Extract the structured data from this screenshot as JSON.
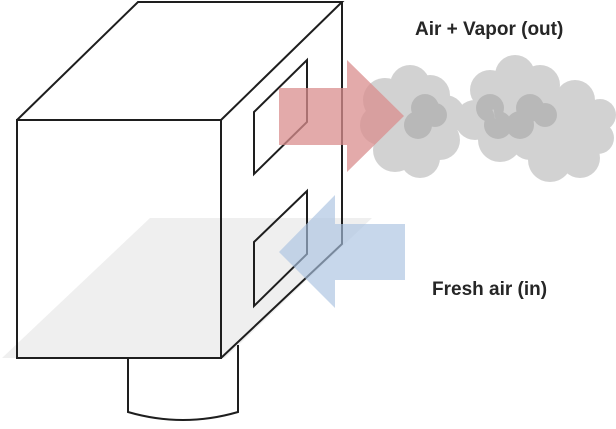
{
  "diagram": {
    "labels": {
      "outflow": "Air + Vapor (out)",
      "inflow": "Fresh air (in)"
    },
    "colors": {
      "outline": "#1e1e1e",
      "outflow_arrow": "#d98e8e",
      "inflow_arrow": "#a9c1e0",
      "vapor_cloud": "#c8c8c8",
      "vapor_cloud_dark": "#aaaaaa",
      "floor_plane": "#ececec",
      "label_text": "#262626"
    },
    "components": [
      "box-unit",
      "outlet-vent",
      "inlet-vent",
      "base-cylinder",
      "floor-plane",
      "outflow-arrow",
      "inflow-arrow",
      "vapor-clouds"
    ]
  }
}
